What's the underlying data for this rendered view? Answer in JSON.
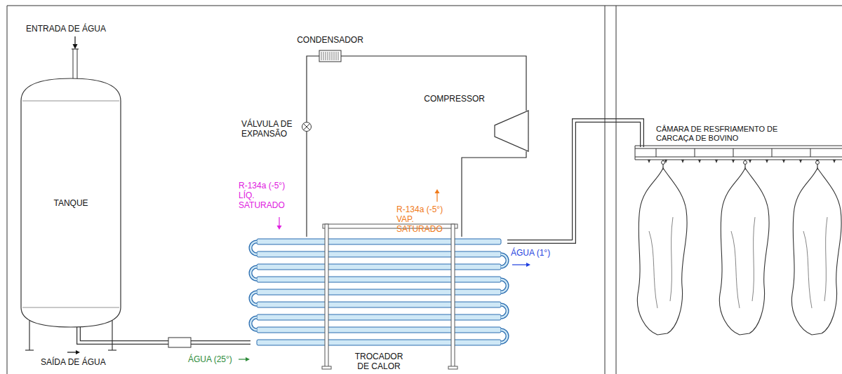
{
  "diagram": {
    "nodes": [
      {
        "text": [
          "TANQUE"
        ]
      },
      {
        "text": [
          "TROCADOR DE CALOR"
        ]
      },
      {
        "text": [
          "CONDENSADOR"
        ]
      },
      {
        "text": [
          "COMPRESSOR"
        ]
      },
      {
        "text": [
          "VÁLVULA DE EXPANSÃO"
        ]
      },
      {
        "text": [
          "CÂMARA DE RESFRIAMENTO DE CARCAÇA DE BOVINO"
        ]
      }
    ],
    "edges": [
      {
        "from": 0,
        "to": 1,
        "arrow": "none",
        "label": "ÁGUA (25°)"
      },
      {
        "from": 1,
        "to": 3,
        "arrow": "none",
        "label": "R-134a (-5°) VAP. SATURADO"
      },
      {
        "from": 3,
        "to": 2,
        "arrow": "none"
      },
      {
        "from": 2,
        "to": 4,
        "arrow": "none"
      },
      {
        "from": 4,
        "to": 1,
        "arrow": "none",
        "label": "R-134a (-5°) LÍQ. SATURADO"
      },
      {
        "from": 1,
        "to": 5,
        "arrow": "none",
        "label": "ÁGUA (1°)"
      }
    ],
    "labels": [
      "ENTRADA DE ÁGUA",
      "SAÍDA DE ÁGUA"
    ]
  }
}
